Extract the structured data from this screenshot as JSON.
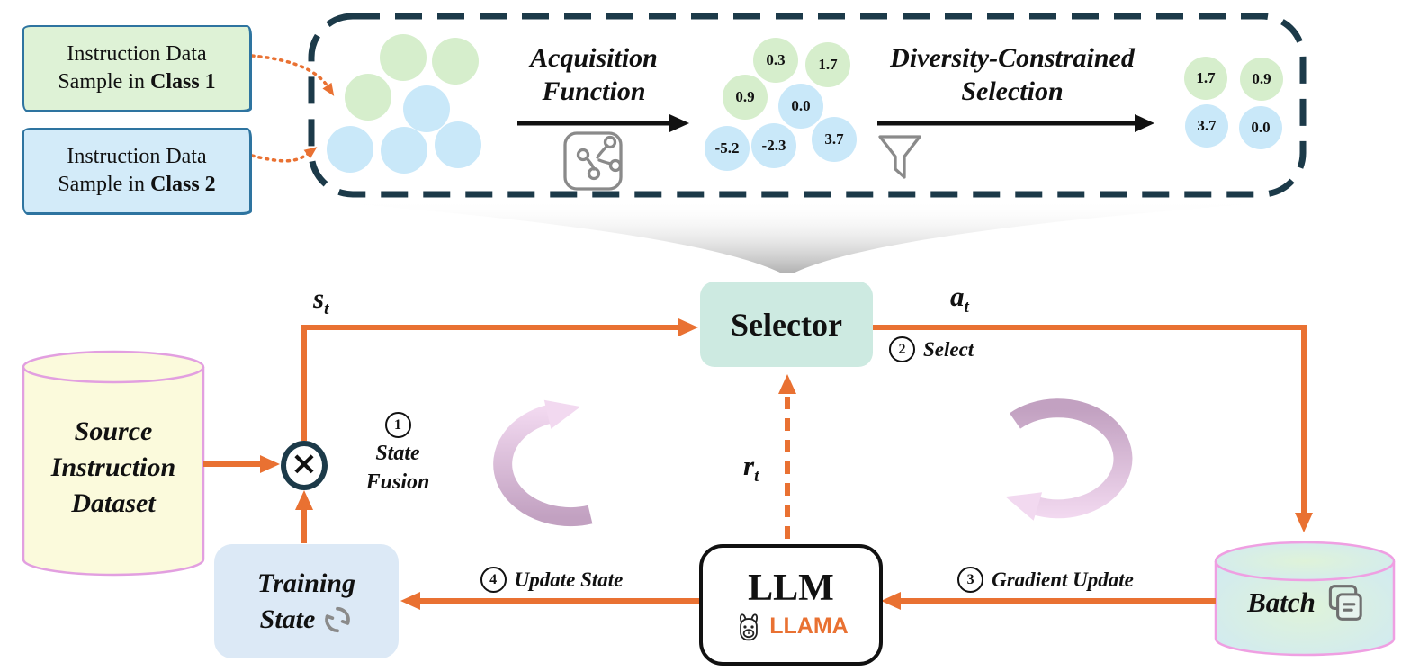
{
  "palette": {
    "orange": "#E97132",
    "navy": "#1C3A49",
    "green": "#D6EECC",
    "blue": "#C9E8F9",
    "class1Bg": "#DEF2D6",
    "class2Bg": "#D3EBF9",
    "classBorder": "#2E74A0",
    "selectorBg": "#CDEAE1",
    "trainingBg": "#DCE9F6",
    "sourceBg": "#FBFADC",
    "cylBorder": "#E29FE0",
    "batchBorder": "#EF9FE2",
    "batchGreen": "#DFF3D9",
    "batchBlue": "#CFE9F4",
    "pinkLight": "#F2D9F0",
    "mauve": "#C2A1C1",
    "grayIcon": "#8A8A8A",
    "wedge": "#AFAFAF",
    "white": "#FFFFFF"
  },
  "legend": {
    "class1": {
      "line1": "Instruction Data",
      "line2_prefix": "Sample in ",
      "line2_bold": "Class 1"
    },
    "class2": {
      "line1": "Instruction Data",
      "line2_prefix": "Sample in ",
      "line2_bold": "Class 2"
    }
  },
  "pipeline": {
    "acquisition": {
      "line1": "Acquisition",
      "line2": "Function"
    },
    "diversity": {
      "line1": "Diversity-Constrained",
      "line2": "Selection"
    },
    "scored": [
      {
        "value": "0.3",
        "color": "green"
      },
      {
        "value": "1.7",
        "color": "green"
      },
      {
        "value": "0.9",
        "color": "green"
      },
      {
        "value": "0.0",
        "color": "blue"
      },
      {
        "value": "-5.2",
        "color": "blue"
      },
      {
        "value": "-2.3",
        "color": "blue"
      },
      {
        "value": "3.7",
        "color": "blue"
      }
    ],
    "selected": [
      {
        "value": "1.7",
        "color": "green"
      },
      {
        "value": "0.9",
        "color": "green"
      },
      {
        "value": "3.7",
        "color": "blue"
      },
      {
        "value": "0.0",
        "color": "blue"
      }
    ]
  },
  "nodes": {
    "selector": {
      "label": "Selector"
    },
    "source": {
      "line1": "Source",
      "line2": "Instruction",
      "line3": "Dataset"
    },
    "training": {
      "line1": "Training",
      "line2": "State"
    },
    "llm": {
      "label": "LLM",
      "engine": "LLAMA"
    },
    "batch": {
      "label": "Batch"
    }
  },
  "edges": {
    "state": {
      "main": "s",
      "sub": "t"
    },
    "action": {
      "main": "a",
      "sub": "t"
    },
    "reward": {
      "main": "r",
      "sub": "t"
    },
    "fusion": {
      "num": "1",
      "line1": "State",
      "line2": "Fusion"
    },
    "select": {
      "num": "2",
      "label": "Select"
    },
    "gradient": {
      "num": "3",
      "label": "Gradient Update"
    },
    "update": {
      "num": "4",
      "label": "Update State"
    },
    "otimes": "×"
  }
}
